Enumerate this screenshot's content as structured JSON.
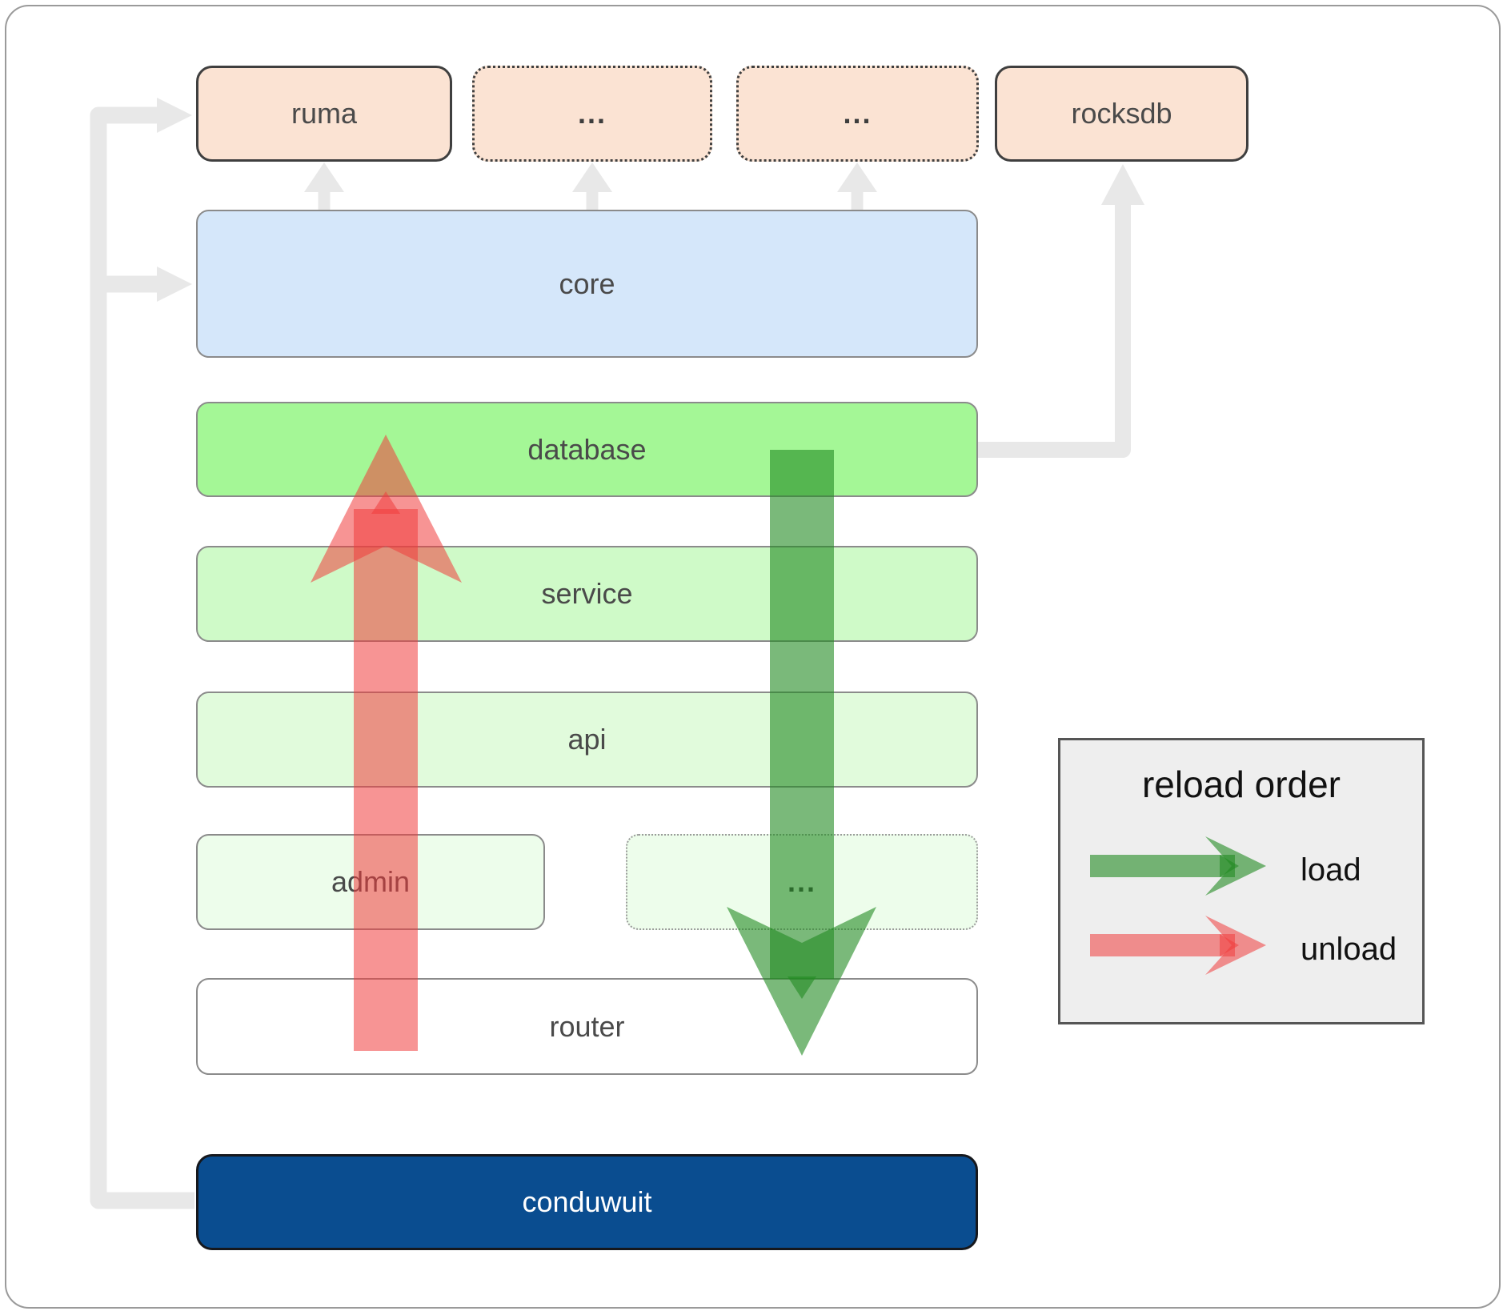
{
  "nodes": {
    "ruma": "ruma",
    "ellipsis1": "...",
    "ellipsis2": "...",
    "rocksdb": "rocksdb",
    "core": "core",
    "database": "database",
    "service": "service",
    "api": "api",
    "admin": "admin",
    "admin_ellipsis": "...",
    "router": "router",
    "conduwuit": "conduwuit"
  },
  "legend": {
    "title": "reload order",
    "items": [
      {
        "label": "load",
        "color": "#228B22"
      },
      {
        "label": "unload",
        "color": "#F03C3C"
      }
    ]
  },
  "colors": {
    "edge": "#E8E8E8",
    "load": "#228B22",
    "unload": "#F03C3C",
    "node_peach": "#FBE3D3",
    "node_core": "#D5E7FA",
    "node_database": "#A4F796",
    "node_service": "#CFFAC8",
    "node_api": "#E1FBDC",
    "node_admin": "#EDFDEB",
    "node_router": "#FFFFFF",
    "node_conduwuit": "#0A4D90",
    "legend_bg": "#EEEEEE"
  }
}
